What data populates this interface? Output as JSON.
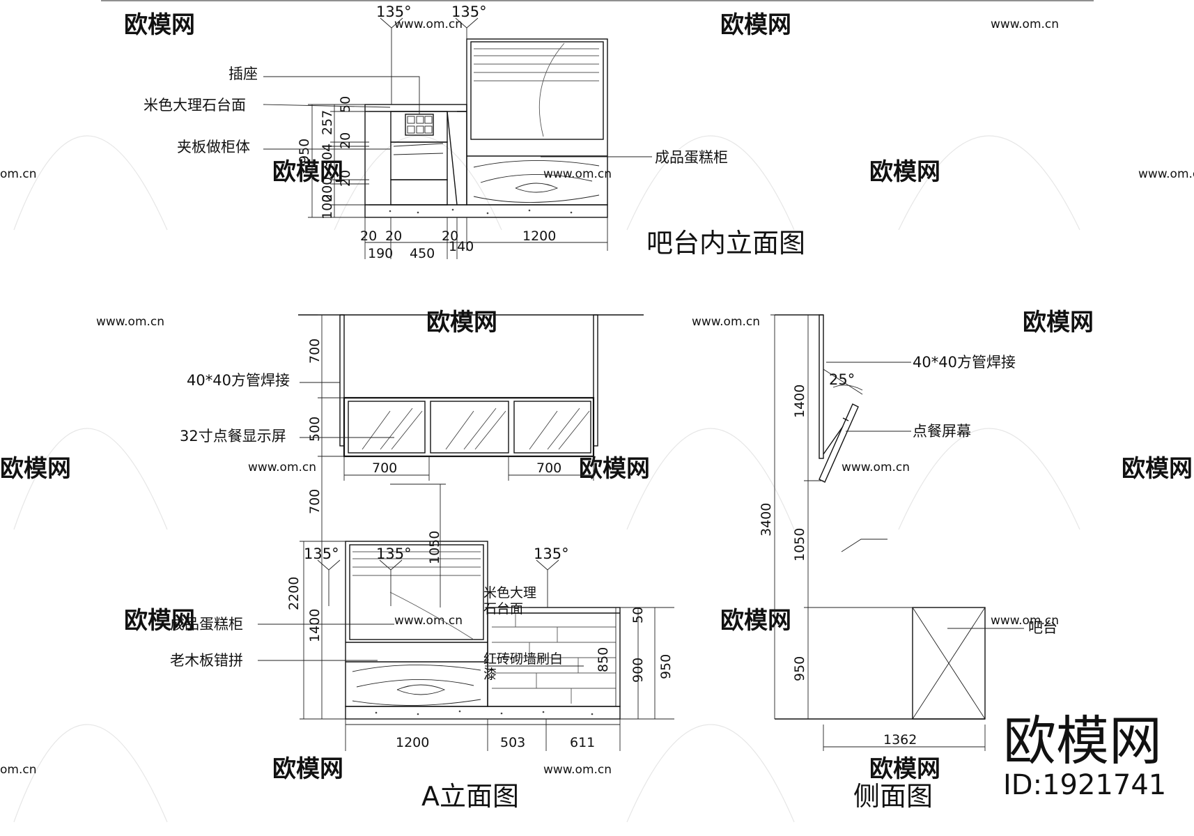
{
  "watermarks": {
    "brand": "欧模网",
    "url": "www.om.cn",
    "url_short": "om.cn",
    "id_brand": "欧模网",
    "id_text": "ID:1921741"
  },
  "bar_interior_elevation": {
    "title": "吧台内立面图",
    "labels": {
      "socket": "插座",
      "marble_top": "米色大理石台面",
      "plywood_cabinet": "夹板做柜体",
      "cake_cabinet": "成品蛋糕柜"
    },
    "angles": [
      "135°",
      "135°"
    ],
    "dims_vertical": [
      "50",
      "257",
      "20",
      "304",
      "20",
      "200",
      "100",
      "950"
    ],
    "dims_horizontal": [
      "20",
      "20",
      "20",
      "190",
      "450",
      "140",
      "1200"
    ]
  },
  "elevation_a": {
    "title": "A立面图",
    "labels": {
      "square_tube": "40*40方管焊接",
      "display": "32寸点餐显示屏",
      "cake_cabinet": "成品蛋糕柜",
      "old_wood": "老木板错拼",
      "marble_top_line1": "米色大理",
      "marble_top_line2": "石台面",
      "brick_wall_line1": "红砖砌墙刷白",
      "brick_wall_line2": "漆"
    },
    "angles": [
      "135°",
      "135°",
      "135°"
    ],
    "dims_vertical_left": [
      "700",
      "500",
      "700",
      "2200",
      "1400"
    ],
    "dims_vertical_other": [
      "1050",
      "50",
      "850",
      "900",
      "950"
    ],
    "dims_horizontal_top": [
      "700",
      "700"
    ],
    "dims_horizontal_bottom": [
      "1200",
      "503",
      "611"
    ]
  },
  "side_elevation": {
    "title": "侧面图",
    "labels": {
      "square_tube": "40*40方管焊接",
      "screen": "点餐屏幕",
      "bar": "吧台"
    },
    "angle": "25°",
    "dims_vertical": [
      "3400",
      "1400",
      "1050",
      "950"
    ],
    "dims_horizontal": [
      "1362"
    ]
  }
}
